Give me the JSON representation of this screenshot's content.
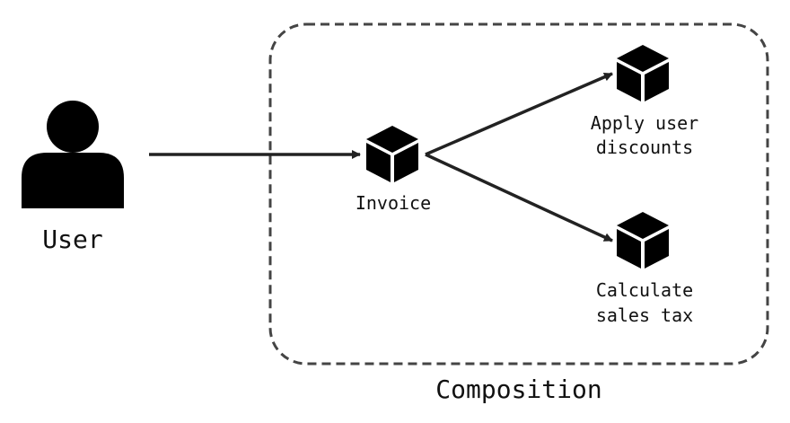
{
  "diagram": {
    "actor": {
      "label": "User",
      "icon": "user-icon"
    },
    "container": {
      "label": "Composition",
      "border_style": "dashed"
    },
    "nodes": {
      "invoice": {
        "label": "Invoice",
        "icon": "cube-icon"
      },
      "discounts": {
        "label_line1": "Apply user",
        "label_line2": "discounts",
        "icon": "cube-icon"
      },
      "tax": {
        "label_line1": "Calculate",
        "label_line2": "sales tax",
        "icon": "cube-icon"
      }
    },
    "edges": [
      {
        "from": "actor",
        "to": "invoice"
      },
      {
        "from": "invoice",
        "to": "discounts"
      },
      {
        "from": "invoice",
        "to": "tax"
      }
    ],
    "colors": {
      "ink": "#000000",
      "stroke": "#222222",
      "border": "#444444",
      "background": "#ffffff"
    }
  }
}
